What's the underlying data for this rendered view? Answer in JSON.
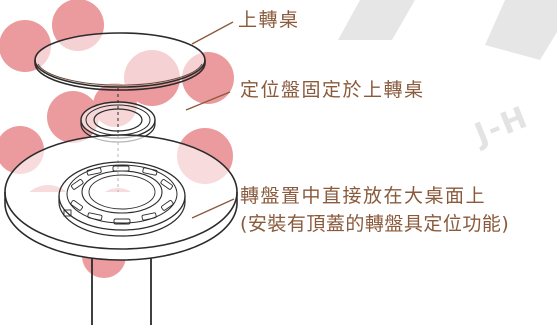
{
  "colors": {
    "label_text": "#8a5a3c",
    "outline": "#2b2b2b",
    "table_fill": "#ffffff",
    "watermark_text": "#e3e3e3",
    "watermark_dots": "#d9383e",
    "watermark_shape": "#d6d6d6"
  },
  "labels": {
    "upper_turntable": "上轉桌",
    "positioning_plate": "定位盤固定於上轉桌",
    "lazy_susan_line1": "轉盤置中直接放在大桌面上",
    "lazy_susan_line2": "(安裝有頂蓋的轉盤具定位功能)"
  },
  "watermark": {
    "text": "J-H"
  }
}
